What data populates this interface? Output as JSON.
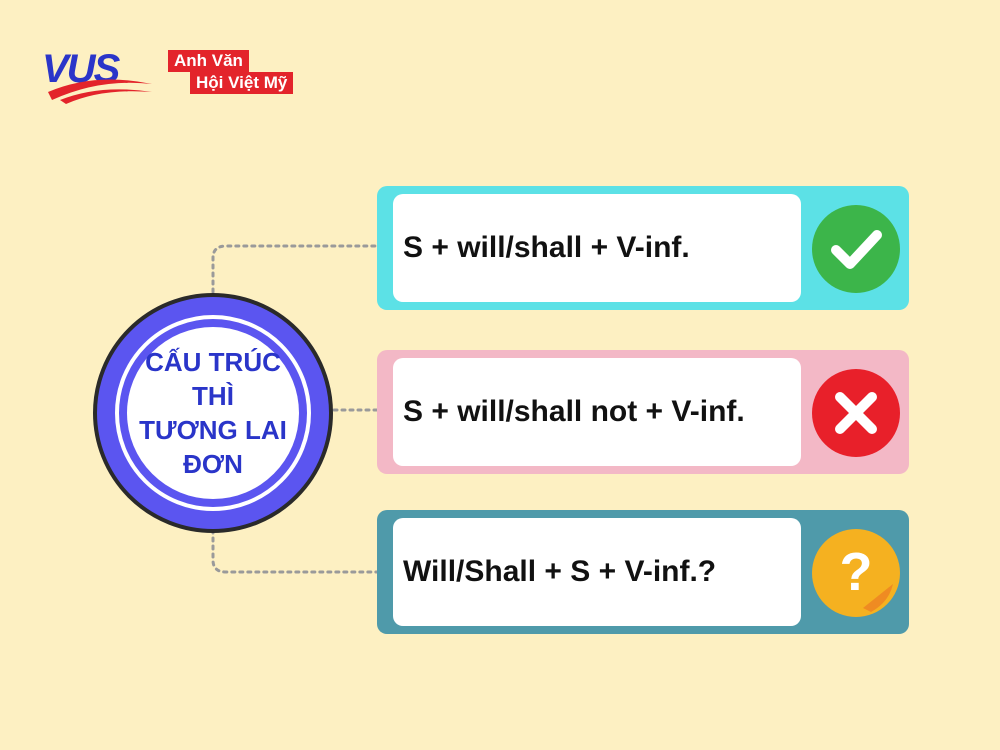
{
  "logo": {
    "brand": "VUS",
    "tagline_line1": "Anh Văn",
    "tagline_line2": "Hội Việt Mỹ",
    "colors": {
      "blue": "#2a35c9",
      "red": "#e3242b"
    }
  },
  "hub": {
    "title_lines": [
      "CẤU TRÚC",
      "THÌ",
      "TƯƠNG LAI",
      "ĐƠN"
    ],
    "ring_color": "#5b55f0",
    "text_color": "#2a35c9"
  },
  "structures": [
    {
      "type": "affirmative",
      "formula": "S + will/shall + V-inf.",
      "icon": "check-icon",
      "card_color": "#5ce1e6",
      "icon_color": "#3cb54a"
    },
    {
      "type": "negative",
      "formula": "S + will/shall not + V-inf.",
      "icon": "cross-icon",
      "card_color": "#f3b8c6",
      "icon_color": "#e8202a"
    },
    {
      "type": "question",
      "formula": "Will/Shall + S + V-inf.?",
      "icon": "question-icon",
      "card_color": "#4f9aaa",
      "icon_color": "#f5b120"
    }
  ],
  "background_color": "#fdf0c2"
}
